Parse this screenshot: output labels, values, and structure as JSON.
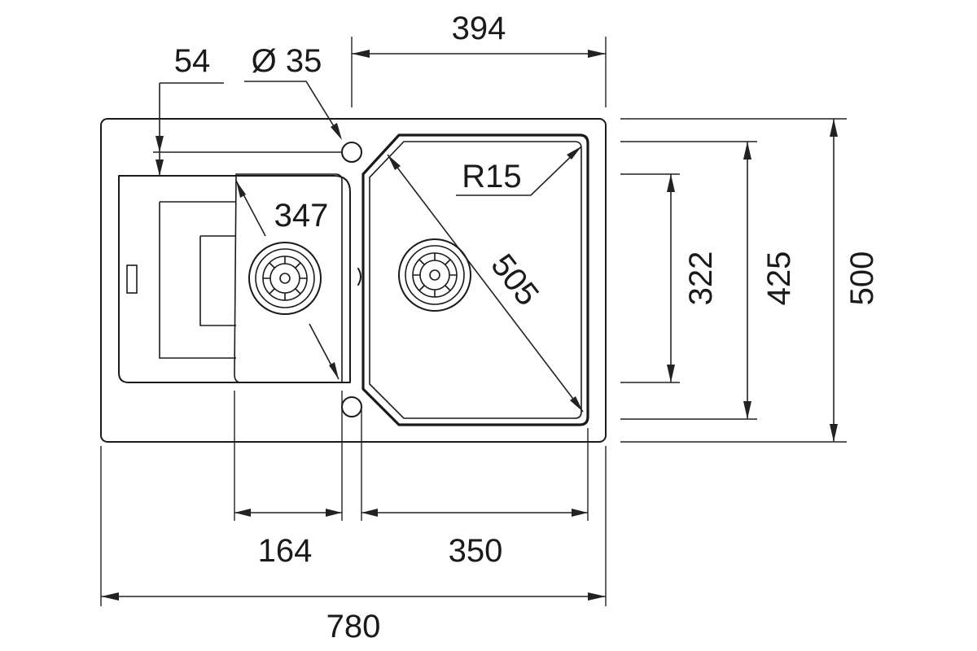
{
  "drawing": {
    "dimensions": {
      "overall_width": "780",
      "overall_depth": "500",
      "large_bowl_depth": "425",
      "small_bowl_depth": "322",
      "tap_hole_offset": "54",
      "tap_hole_diameter": "Ø 35",
      "large_bowl_width": "394",
      "small_bowl_diagonal": "347",
      "large_bowl_diagonal": "505",
      "corner_radius": "R15",
      "small_bowl_width": "164",
      "large_bowl_inner_width": "350"
    }
  }
}
